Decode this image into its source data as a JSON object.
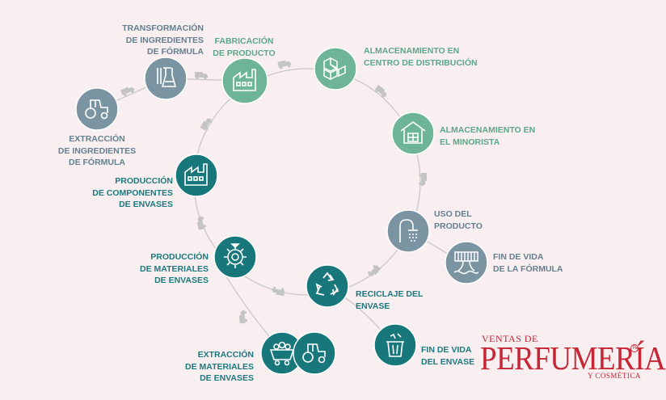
{
  "nodes": [
    {
      "id": "extraccion-ingredientes",
      "lines": [
        "EXTRACCIÓN",
        "DE INGREDIENTES",
        "DE FÓRMULA"
      ],
      "icon": "tractor-icon",
      "color": "#7b94a1"
    },
    {
      "id": "transformacion-ingredientes",
      "lines": [
        "TRANSFORMACIÓN",
        "DE INGREDIENTES",
        "DE FÓRMULA"
      ],
      "icon": "lab-flask-icon",
      "color": "#7b94a1"
    },
    {
      "id": "fabricacion-producto",
      "lines": [
        "FABRICACIÓN",
        "DE PRODUCTO"
      ],
      "icon": "factory-icon",
      "color": "#6db596"
    },
    {
      "id": "almacenamiento-distribucion",
      "lines": [
        "ALMACENAMIENTO EN",
        "CENTRO DE DISTRIBUCIÓN"
      ],
      "icon": "boxes-icon",
      "color": "#6db596"
    },
    {
      "id": "almacenamiento-minorista",
      "lines": [
        "ALMACENAMIENTO EN",
        "EL MINORISTA"
      ],
      "icon": "warehouse-icon",
      "color": "#6db596"
    },
    {
      "id": "uso-producto",
      "lines": [
        "USO DEL",
        "PRODUCTO"
      ],
      "icon": "shower-icon",
      "color": "#7b94a1"
    },
    {
      "id": "fin-vida-formula",
      "lines": [
        "FIN DE VIDA",
        "DE LA FÓRMULA"
      ],
      "icon": "water-drain-icon",
      "color": "#7b94a1"
    },
    {
      "id": "reciclaje-envase",
      "lines": [
        "RECICLAJE DEL",
        "ENVASE"
      ],
      "icon": "recycle-icon",
      "color": "#17777b"
    },
    {
      "id": "fin-vida-envase",
      "lines": [
        "FIN DE VIDA",
        "DEL ENVASE"
      ],
      "icon": "trash-bin-icon",
      "color": "#17777b"
    },
    {
      "id": "extraccion-materiales",
      "lines": [
        "EXTRACCIÓN",
        "DE MATERIALES",
        "DE ENVASES"
      ],
      "icons": [
        "mining-cart-icon",
        "tractor-icon"
      ],
      "color": "#17777b"
    },
    {
      "id": "produccion-materiales",
      "lines": [
        "PRODUCCIÓN",
        "DE MATERIALES",
        "DE ENVASES"
      ],
      "icon": "gear-icon",
      "color": "#17777b"
    },
    {
      "id": "produccion-componentes",
      "lines": [
        "PRODUCCIÓN",
        "DE COMPONENTES",
        "DE ENVASES"
      ],
      "icon": "factory-icon",
      "color": "#17777b"
    }
  ],
  "connector_icon": "truck-icon",
  "colors": {
    "background": "#f9eef0",
    "line": "#c9c9c9",
    "truck": "#c4c4c4",
    "logo": "#c62533"
  },
  "logo": {
    "line1": "VENTAS DE",
    "line2": "PERFUMERÍA",
    "line3": "Y COSMÉTICA",
    "reg": "R"
  }
}
